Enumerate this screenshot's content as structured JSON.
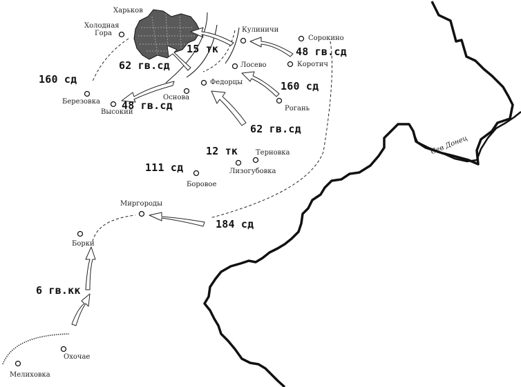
{
  "map": {
    "places": {
      "kharkov": "Харьков",
      "kholodnaya_gora": "Холодная\nГора",
      "kulinichi": "Кулиничи",
      "sorokino": "Сорокино",
      "losevo": "Лосево",
      "korotich": "Коротич",
      "berezovka": "Березовка",
      "osnova": "Основа",
      "fedortsy": "Федорцы",
      "vysokiy": "Высокий",
      "rogan": "Рогань",
      "ternovka": "Терновка",
      "lizogubovka": "Лизогубовка",
      "borovoe": "Боровое",
      "mirgorody": "Миргороды",
      "borki": "Борки",
      "okhochae": "Охочае",
      "melikhovka": "Мелиховка"
    },
    "river_label": "Сев Донец",
    "units": {
      "u15tk": "15 тк",
      "u62gvsd_top": "62 гв.сд",
      "u48gvsd_right": "48 гв.сд",
      "u160sd_left": "160 сд",
      "u48gvsd_left": "48 гв.сд",
      "u160sd_right": "160 сд",
      "u62gvsd_bottom": "62 гв.сд",
      "u12tk": "12 тк",
      "u111sd": "111 сд",
      "u184sd": "184 сд",
      "u6gvkk": "6 гв.кк"
    },
    "colors": {
      "ink": "#111111",
      "city_fill": "#555555",
      "background": "#ffffff"
    }
  }
}
